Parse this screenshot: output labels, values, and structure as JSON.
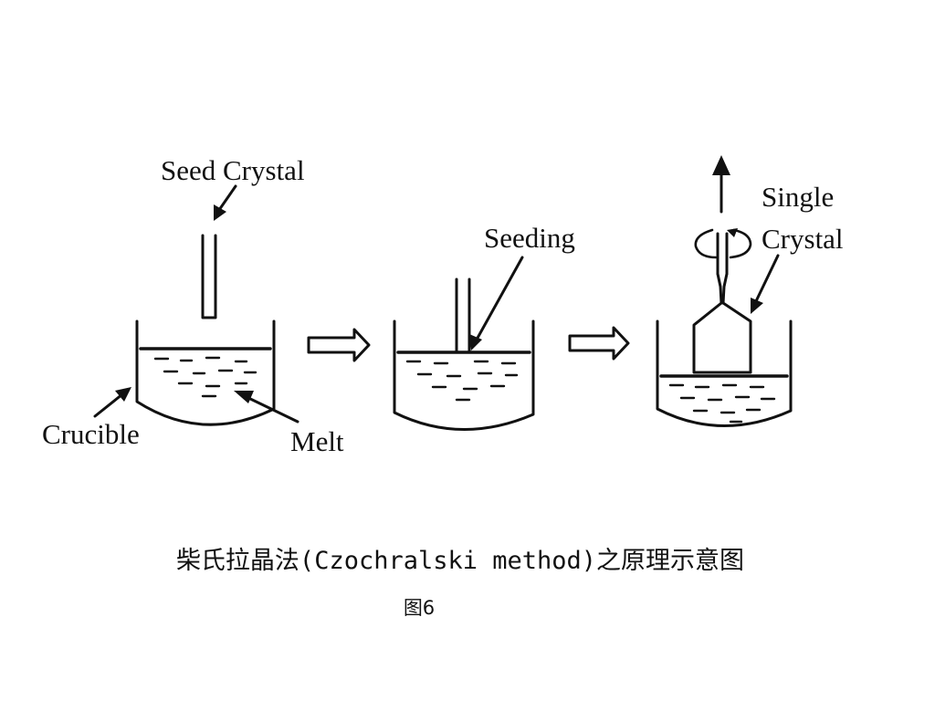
{
  "labels": {
    "seed_crystal": "Seed Crystal",
    "crucible": "Crucible",
    "melt": "Melt",
    "seeding": "Seeding",
    "single": "Single",
    "crystal": "Crystal"
  },
  "caption": "柴氏拉晶法(Czochralski method)之原理示意图",
  "figure_number": "图6"
}
